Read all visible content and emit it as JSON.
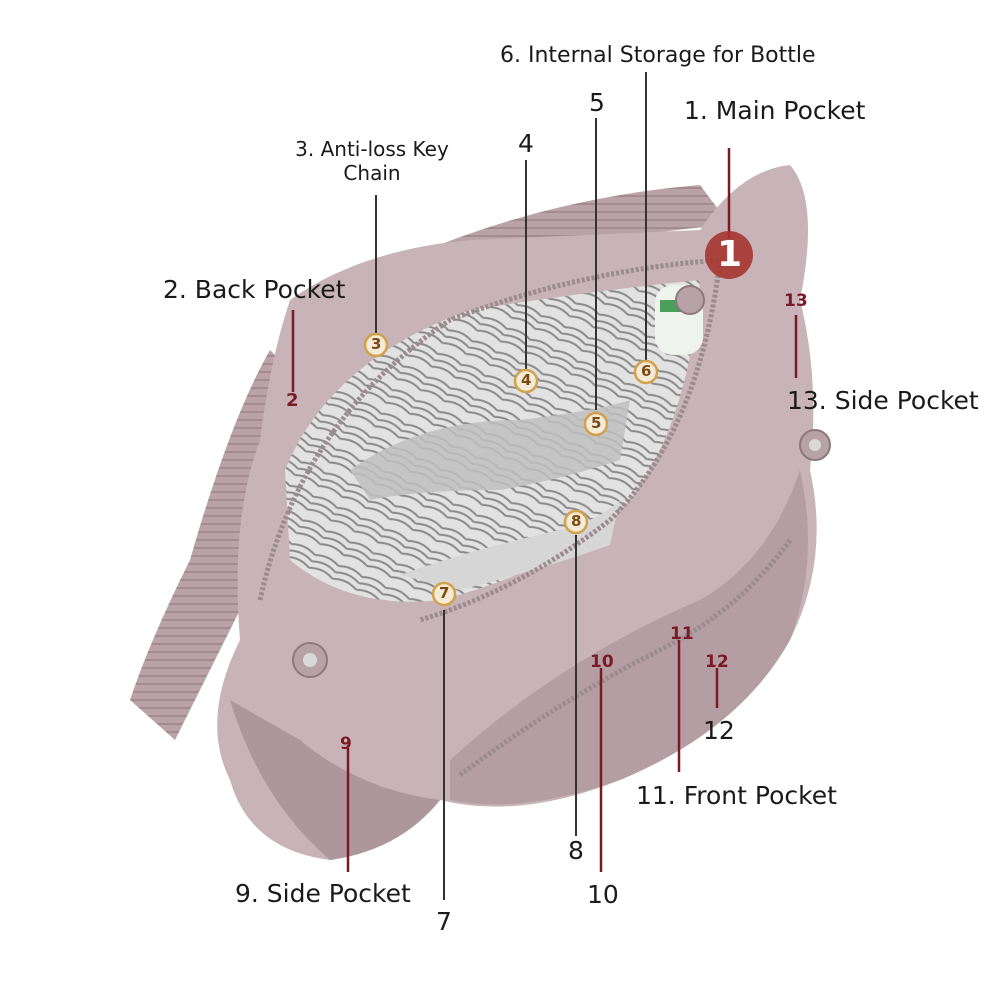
{
  "labels": {
    "main_pocket": "1. Main Pocket",
    "back_pocket": "2. Back Pocket",
    "key_chain": "3. Anti-loss Key Chain",
    "key_chain_line1": "3. Anti-loss Key",
    "key_chain_line2": "Chain",
    "bottle_storage": "6. Internal Storage for Bottle",
    "side_pocket_right": "13. Side Pocket",
    "side_pocket_left": "9. Side Pocket",
    "front_pocket": "11. Front Pocket"
  },
  "numbers": {
    "n4": "4",
    "n5": "5",
    "n7": "7",
    "n8": "8",
    "n10": "10",
    "n12": "12"
  },
  "markers": {
    "m1": "1",
    "m2": "2",
    "m3": "3",
    "m4": "4",
    "m5": "5",
    "m6": "6",
    "m7": "7",
    "m8": "8",
    "m9": "9",
    "m10": "10",
    "m11": "11",
    "m12": "12",
    "m13": "13"
  },
  "colors": {
    "bag_body": "#c7b3b8",
    "bag_shadow": "#9d878d",
    "lining": "#dcdcdc",
    "lining_pattern": "#8d8d8d",
    "leader_line": "#7a1a22",
    "marker_fill": "#a5352f",
    "marker_gold": "#d1a24a"
  }
}
